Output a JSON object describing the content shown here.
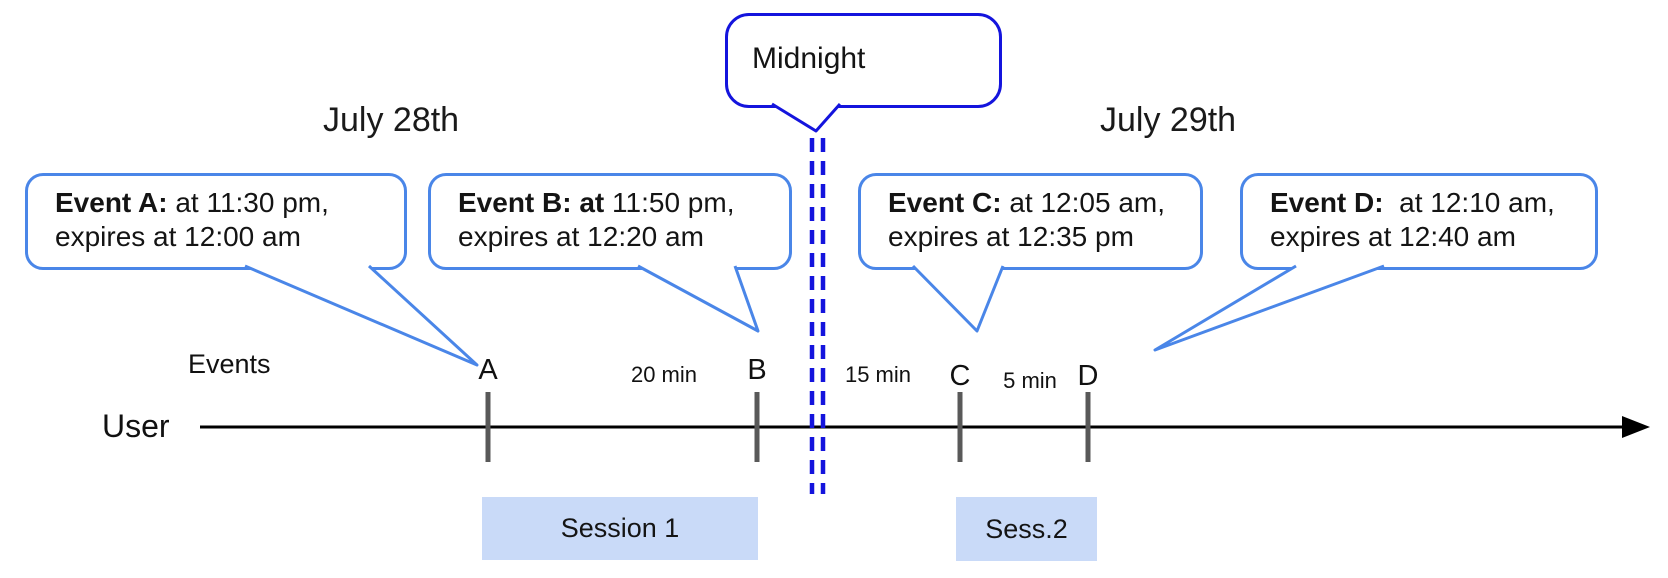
{
  "header": {
    "left_date": "July 28th",
    "right_date": "July 29th"
  },
  "midnight": {
    "label": "Midnight"
  },
  "events": [
    {
      "id": "A",
      "bold": "Event A:",
      "rest": " at 11:30 pm,",
      "line2": "expires at 12:00 am"
    },
    {
      "id": "B",
      "bold": "Event B: at",
      "rest": " 11:50 pm,",
      "line2": "expires at 12:20 am"
    },
    {
      "id": "C",
      "bold": "Event C:",
      "rest": " at 12:05 am,",
      "line2": "expires at 12:35 pm"
    },
    {
      "id": "D",
      "bold": "Event D:",
      "rest": "  at 12:10 am,",
      "line2": "expires at 12:40 am"
    }
  ],
  "timeline": {
    "events_label": "Events",
    "user_label": "User",
    "tick_labels": [
      "A",
      "B",
      "C",
      "D"
    ],
    "interval_labels": [
      "20 min",
      "15 min",
      "5 min"
    ]
  },
  "sessions": [
    {
      "label": "Session 1"
    },
    {
      "label": "Sess.2"
    }
  ],
  "colors": {
    "accent_blue": "#4a86e8",
    "dark_blue": "#1414dd",
    "session_fill": "#c9daf8",
    "tick_gray": "#595959",
    "axis_black": "#000000"
  }
}
